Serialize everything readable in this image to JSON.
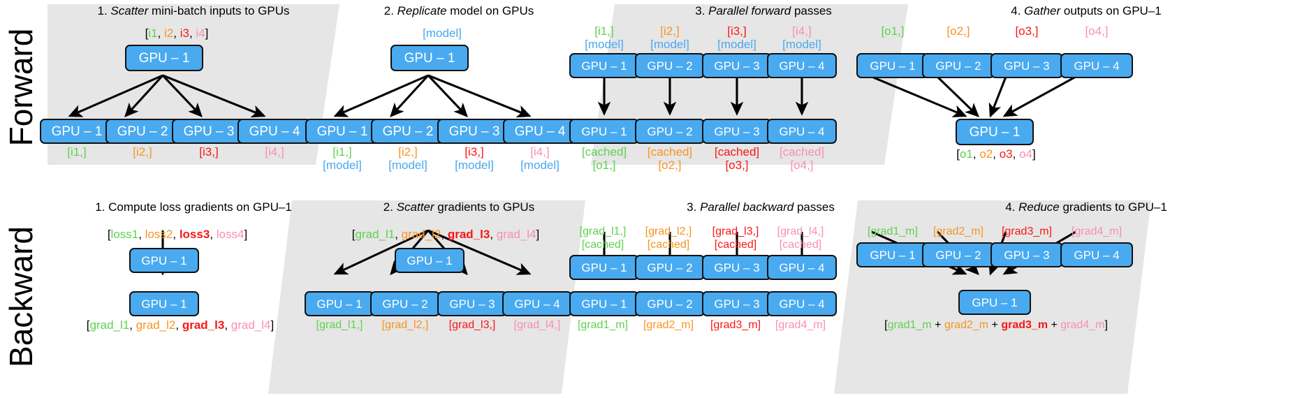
{
  "rows": {
    "forward_label": "Forward",
    "backward_label": "Backward"
  },
  "colors": {
    "node_fill": "#49aaf0",
    "node_stroke": "#111111",
    "band_fill": "#e6e6e6",
    "green": "#5ed14e",
    "orange": "#f79420",
    "red": "#fb1616",
    "pink": "#f98fb0",
    "blue": "#4aa8ef"
  },
  "forward": {
    "p1": {
      "num": "1.",
      "em": "Scatter",
      "rest": " mini-batch inputs to GPUs",
      "top_tag": {
        "open": "[",
        "parts": [
          "i1",
          "i2",
          "i3",
          "i4"
        ],
        "close": "]"
      },
      "root": "GPU – 1",
      "leaves": [
        "GPU – 1",
        "GPU – 2",
        "GPU – 3",
        "GPU – 4"
      ],
      "leaf_tags": [
        "[i1,]",
        "[i2,]",
        "[i3,]",
        "[i4,]"
      ],
      "leaf_tag_colors": [
        "green",
        "orange",
        "red",
        "pink"
      ]
    },
    "p2": {
      "num": "2.",
      "em": "Replicate",
      "rest": " model on GPUs",
      "top_tag": "[model]",
      "root": "GPU – 1",
      "leaves": [
        "GPU – 1",
        "GPU – 2",
        "GPU – 3",
        "GPU – 4"
      ],
      "leaf_tags_l1": [
        "[i1,]",
        "[i2,]",
        "[i3,]",
        "[i4,]"
      ],
      "leaf_tags_l2": [
        "[model]",
        "[model]",
        "[model]",
        "[model]"
      ],
      "leaf_tag_colors": [
        "green",
        "orange",
        "red",
        "pink"
      ]
    },
    "p3": {
      "num": "3.",
      "em": "Parallel forward",
      "rest": " passes",
      "top_tags_l1": [
        "[i1,]",
        "[i2,]",
        "[i3,]",
        "[i4,]"
      ],
      "top_tags_l2": [
        "[model]",
        "[model]",
        "[model]",
        "[model]"
      ],
      "top_nodes": [
        "GPU – 1",
        "GPU – 2",
        "GPU – 3",
        "GPU – 4"
      ],
      "bot_nodes": [
        "GPU – 1",
        "GPU – 2",
        "GPU – 3",
        "GPU – 4"
      ],
      "bot_tags_l1": [
        "[cached]",
        "[cached]",
        "[cached]",
        "[cached]"
      ],
      "bot_tags_l2": [
        "[o1,]",
        "[o2,]",
        "[o3,]",
        "[o4,]"
      ],
      "colors": [
        "green",
        "orange",
        "red",
        "pink"
      ]
    },
    "p4": {
      "num": "4.",
      "em": "Gather",
      "rest": " outputs on GPU–1",
      "top_tags": [
        "[o1,]",
        "[o2,]",
        "[o3,]",
        "[o4,]"
      ],
      "top_nodes": [
        "GPU – 1",
        "GPU – 2",
        "GPU – 3",
        "GPU – 4"
      ],
      "sink": "GPU – 1",
      "sink_tag": {
        "open": "[",
        "parts": [
          "o1",
          "o2",
          "o3",
          "o4"
        ],
        "close": "]"
      },
      "colors": [
        "green",
        "orange",
        "red",
        "pink"
      ]
    }
  },
  "backward": {
    "p1": {
      "num": "1.",
      "em": "",
      "rest": "1. Compute loss gradients on GPU–1",
      "top_tag": {
        "open": "[",
        "parts": [
          "loss1",
          "loss2",
          "loss3",
          "loss4"
        ],
        "close": "]"
      },
      "root": "GPU – 1",
      "child": "GPU – 1",
      "child_tag": {
        "open": "[",
        "parts": [
          "grad_l1",
          "grad_l2",
          "grad_l3",
          "grad_l4"
        ],
        "close": "]"
      }
    },
    "p2": {
      "num": "2.",
      "em": "Scatter",
      "rest": " gradients to GPUs",
      "top_tag": {
        "open": "[",
        "parts": [
          "grad_l1",
          "grad_l2",
          "grad_l3",
          "grad_l4"
        ],
        "close": "]"
      },
      "root": "GPU – 1",
      "leaves": [
        "GPU – 1",
        "GPU – 2",
        "GPU – 3",
        "GPU – 4"
      ],
      "leaf_tags": [
        "[grad_l1,]",
        "[grad_l2,]",
        "[grad_l3,]",
        "[grad_l4,]"
      ],
      "colors": [
        "green",
        "orange",
        "red",
        "pink"
      ]
    },
    "p3": {
      "num": "3.",
      "em": "Parallel backward",
      "rest": " passes",
      "top_tags_l1": [
        "[grad_l1,]",
        "[grad_l2,]",
        "[grad_l3,]",
        "[grad_l4,]"
      ],
      "top_tags_l2": [
        "[cached]",
        "[cached]",
        "[cached]",
        "[cached]"
      ],
      "top_nodes": [
        "GPU – 1",
        "GPU – 2",
        "GPU – 3",
        "GPU – 4"
      ],
      "bot_nodes": [
        "GPU – 1",
        "GPU – 2",
        "GPU – 3",
        "GPU – 4"
      ],
      "bot_tags": [
        "[grad1_m]",
        "[grad2_m]",
        "[grad3_m]",
        "[grad4_m]"
      ],
      "colors": [
        "green",
        "orange",
        "red",
        "pink"
      ]
    },
    "p4": {
      "num": "4.",
      "em": "Reduce",
      "rest": " gradients to GPU–1",
      "top_tags": [
        "[grad1_m]",
        "[grad2_m]",
        "[grad3_m]",
        "[grad4_m]"
      ],
      "top_nodes": [
        "GPU – 1",
        "GPU – 2",
        "GPU – 3",
        "GPU – 4"
      ],
      "sink": "GPU – 1",
      "sink_tag": {
        "open": "[",
        "parts": [
          "grad1_m",
          "grad2_m",
          "grad3_m",
          "grad4_m"
        ],
        "sep": " + ",
        "close": "]"
      },
      "colors": [
        "green",
        "orange",
        "red",
        "pink"
      ]
    }
  }
}
